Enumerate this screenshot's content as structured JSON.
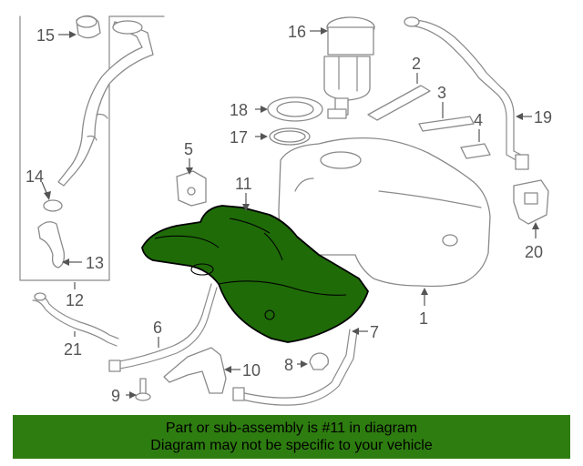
{
  "callouts": {
    "c1": "1",
    "c2": "2",
    "c3": "3",
    "c4": "4",
    "c5": "5",
    "c6": "6",
    "c7": "7",
    "c8": "8",
    "c9": "9",
    "c10": "10",
    "c11": "11",
    "c12": "12",
    "c13": "13",
    "c14": "14",
    "c15": "15",
    "c16": "16",
    "c17": "17",
    "c18": "18",
    "c19": "19",
    "c20": "20",
    "c21": "21"
  },
  "highlight": {
    "part_number": "11",
    "fill_color": "#1f6b08"
  },
  "banner": {
    "line1": "Part or sub-assembly is #11 in diagram",
    "line2": "Diagram may not be specific to your vehicle",
    "background": "#2e7d10"
  }
}
